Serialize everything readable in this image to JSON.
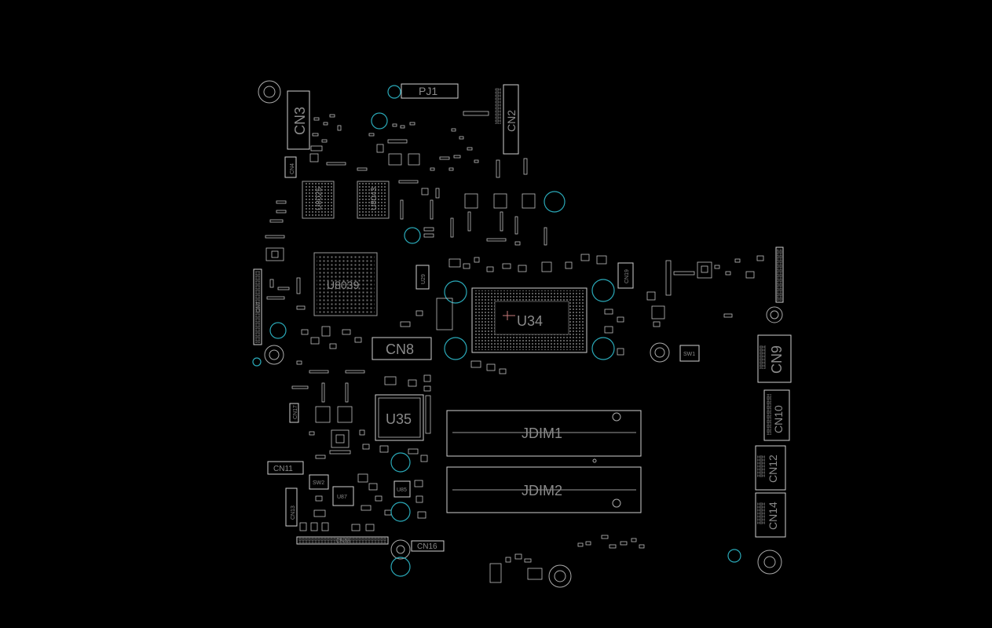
{
  "board": {
    "labels": {
      "pj1": "PJ1",
      "cn3": "CN3",
      "cn2": "CN2",
      "cn4": "CN4",
      "u8025": "U8025",
      "u8043": "U8043",
      "u8039": "U8039",
      "u29": "U29",
      "u34": "U34",
      "cn19": "CN19",
      "cn8": "CN8",
      "cn7": "CN7",
      "cn9": "CN9",
      "cn10": "CN10",
      "sw1": "SW1",
      "u35": "U35",
      "cn17": "CN17",
      "jdim1": "JDIM1",
      "jdim2": "JDIM2",
      "cn11": "CN11",
      "sw2": "SW2",
      "u87": "U87",
      "u85": "U85",
      "cn13": "CN13",
      "cn12": "CN12",
      "cn14": "CN14",
      "cn18": "CN18",
      "cn16": "CN16"
    }
  }
}
